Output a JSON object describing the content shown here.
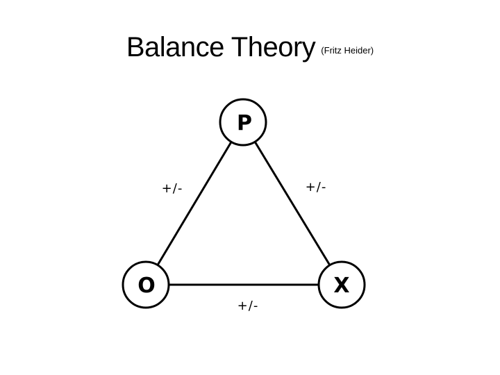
{
  "title": {
    "main": "Balance Theory",
    "sub": "(Fritz Heider)"
  },
  "diagram": {
    "nodes": {
      "p": "P",
      "o": "O",
      "x": "X"
    },
    "edges": {
      "p_o": "+/-",
      "p_x": "+/-",
      "o_x": "+/-"
    },
    "colors": {
      "stroke": "#000000",
      "fill": "#ffffff",
      "text": "#000000"
    }
  }
}
